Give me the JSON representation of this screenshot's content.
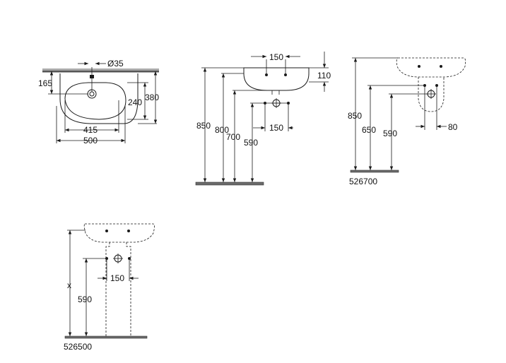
{
  "top_view": {
    "diameter": "Ø35",
    "d165": "165",
    "d380": "380",
    "d240": "240",
    "d415": "415",
    "d500": "500"
  },
  "side_view": {
    "d150": "150",
    "d110": "110",
    "d850": "850",
    "d800": "800",
    "d700": "700",
    "d590": "590",
    "d150b": "150"
  },
  "half_pedestal_view": {
    "d850": "850",
    "d650": "650",
    "d590": "590",
    "d80": "80",
    "code": "526700"
  },
  "pedestal_view": {
    "x": "x",
    "d590": "590",
    "d150": "150",
    "code": "526500"
  }
}
